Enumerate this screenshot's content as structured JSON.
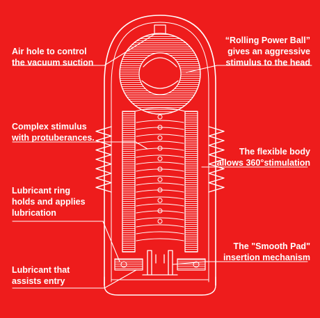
{
  "background_color": "#ee1c1c",
  "line_color": "#ffffff",
  "callouts": {
    "air_hole": {
      "line1": "Air hole to control",
      "line2": "the vacuum suction"
    },
    "rolling_ball": {
      "line1": "“Rolling Power Ball”",
      "line2": "gives an aggressive",
      "line3": "stimulus to the head"
    },
    "complex_stimulus": {
      "line1": "Complex stimulus",
      "line2": "with protuberances."
    },
    "flexible_body": {
      "line1": "The flexible body",
      "line2": "allows 360°stimulation"
    },
    "lubricant_ring": {
      "line1": "Lubricant ring",
      "line2": "holds and applies",
      "line3": "lubrication"
    },
    "smooth_pad": {
      "line1": "The \"Smooth Pad\"",
      "line2": "insertion mechanism"
    },
    "lubricant_entry": {
      "line1": "Lubricant that",
      "line2": "assists entry"
    }
  }
}
